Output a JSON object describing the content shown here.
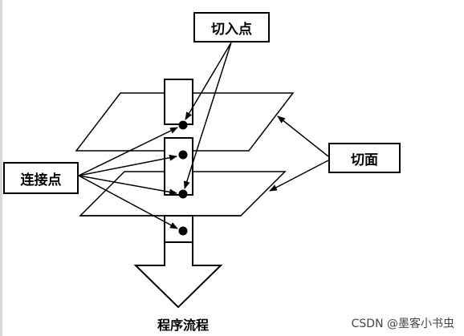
{
  "labels": {
    "pointcut": "切入点",
    "joinpoint": "连接点",
    "aspect": "切面",
    "program_flow": "程序流程"
  },
  "watermark": "CSDN @墨客小书虫",
  "colors": {
    "line": "#000000",
    "background": "#ffffff",
    "watermark": "#444444"
  }
}
